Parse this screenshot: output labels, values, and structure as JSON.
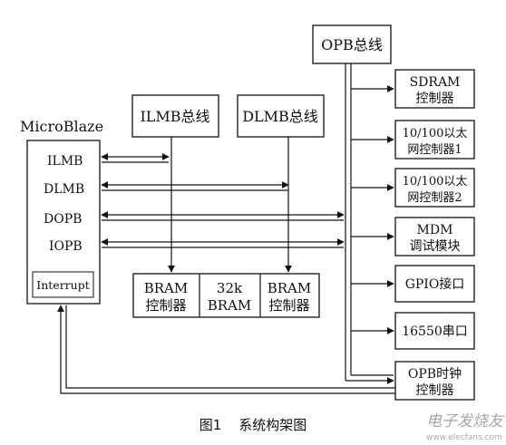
{
  "opb_bus_label": "OPB总线",
  "ilmb_bus_label": "ILMB总线",
  "dlmb_bus_label": "DLMB总线",
  "microblaze": {
    "title": "MicroBlaze",
    "ports": [
      "ILMB",
      "DLMB",
      "DOPB",
      "IOPB"
    ],
    "interrupt": "Interrupt"
  },
  "bram": {
    "left": [
      "BRAM",
      "控制器"
    ],
    "mid": [
      "32k",
      "BRAM"
    ],
    "right": [
      "BRAM",
      "控制器"
    ]
  },
  "peripherals": [
    [
      "SDRAM",
      "控制器"
    ],
    [
      "10/100以太",
      "网控制器1"
    ],
    [
      "10/100以太",
      "网控制器2"
    ],
    [
      "MDM",
      "调试模块"
    ],
    [
      "GPIO接口"
    ],
    [
      "16550串口"
    ],
    [
      "OPB时钟",
      "控制器"
    ]
  ],
  "caption": "图1    系统构架图",
  "watermark": "电子发烧友",
  "watermark_url": "www.elecfans.com",
  "colors": {
    "line": "#111111",
    "background": "#ffffff"
  }
}
